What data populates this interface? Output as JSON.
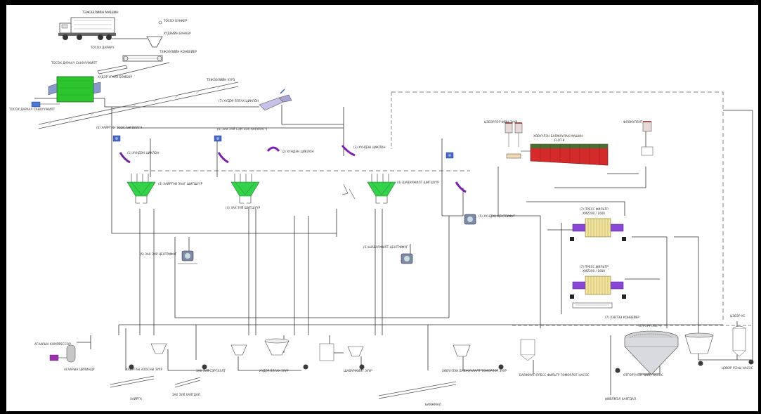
{
  "labels": {
    "truck": "ТЭЖЭЭЛИЙН МАШИН",
    "ore_hopper": "ХҮДРИЙН БУНКЕР",
    "ore_bin": "ТОСОХ БУНКЕР",
    "conveyor_top": "ТЭЖЭЭЛИЙН КОНВЕЙЕР",
    "scrubber": "ХҮДЭР УГААХ БӨМБӨР",
    "ramp": "ТЭЖЭЭЛИЙН ХҮРЗ",
    "cyclone": "(7) ХҮДЭР ЯЛГАХ ЦИКЛОН",
    "pump_left": "(5) ХАЙРГАН ЗООС АНГИЛАГЧ",
    "pump_mid": "(5) ЗАХ ЗҮЙ СЭРГЭЭХ АНГИЛАГЧ",
    "jig_1": "(1) ХҮНДЭН ЦИКЛОН",
    "jig_2": "(2) ХҮНДЭН ЦИКЛОН",
    "jig_3": "(3) ХҮНДЭН ЦИКЛОН",
    "screen_1": "(4) ХАЙРГАН ЗААГ ШИГШҮҮР",
    "screen_2": "(4) ЗАХ ЗҮЙ ШИГШҮҮР",
    "screen_3": "(4) ШАВАРЖИЛТ ШИГШҮҮР",
    "centrifuge_1": "(5) ЗАХ ЗҮЙ ЦЕНТРИФУГ",
    "centrifuge_2": "(5) ШАВАРЖИЛТ ЦЕНТРИФУГ",
    "centrifuge_3": "(5) ХҮНДЭН ЦЕНТРИФУГ",
    "reagent_tanks": "ЦЭВЭРЛЭГЧИЙН ЗУУР",
    "flotation": "ХӨВҮҮЛЭН БАЯЖУУЛАХ МАШИН",
    "flot_sub": "FLOT-8",
    "right_tank": "ФЛОКУЛЯНТ",
    "press_1": "(7) ПРЕСС ФИЛЬТР",
    "press_2": "(7) ПРЕСС ФИЛЬТР",
    "press_sub": "XMZ200 / 1600",
    "belt_conv": "(7) ХЭВТЭЭ КОНВЕЙЕР",
    "thickener": "ӨТГӨРҮҮЛЭГЧ",
    "clean_water": "ЦЭВЭР УС",
    "air_comp": "АГААРЫН КОМПРЕССОР",
    "air_tank": "АГААРЫН ЦИЛИНДР",
    "b_1": "ХАЙРГАН ЗООСНЫ ЗУУР",
    "b_2": "ЗАХ ЗҮЙ СЭРГЭЭЛТ",
    "b_3": "ХҮДЭР ЯЛГАХ ЗУУР",
    "b_4": "ШАВАРЖИЛТ ЗУУР",
    "b_5": "ХӨВҮҮЛЭН БАЯЖУУЛАЛТ ТӨМӨРЛӨГ ЗУУР",
    "b_6": "БАЯЖМАЛ ПРЕСС ФИЛЬТР ТӨМӨРЛӨГ НАСОС",
    "b_7": "ӨТГӨРҮҮЛЭГЧИЙН НАСОС",
    "b_8": "ЦЭВЭР УСНЫ НАСОС",
    "bottom_1": "ХАЙРГА",
    "bottom_2": "ЗАХ ЗҮЙ ХАЯГДАЛ",
    "bottom_3": "БАЯЖМАЛ",
    "bottom_4": "НИЙЛМЭЛ ХАЯГДАЛ",
    "feed_left": "ТОСОХ ДАРААЧ САНХҮҮЖИЛТ",
    "feed_left2": "ТОСОХ ДАРААЧ САНХҮҮЖИЛТ",
    "circ_top": "ТОСОХ ДАРААЧ"
  }
}
